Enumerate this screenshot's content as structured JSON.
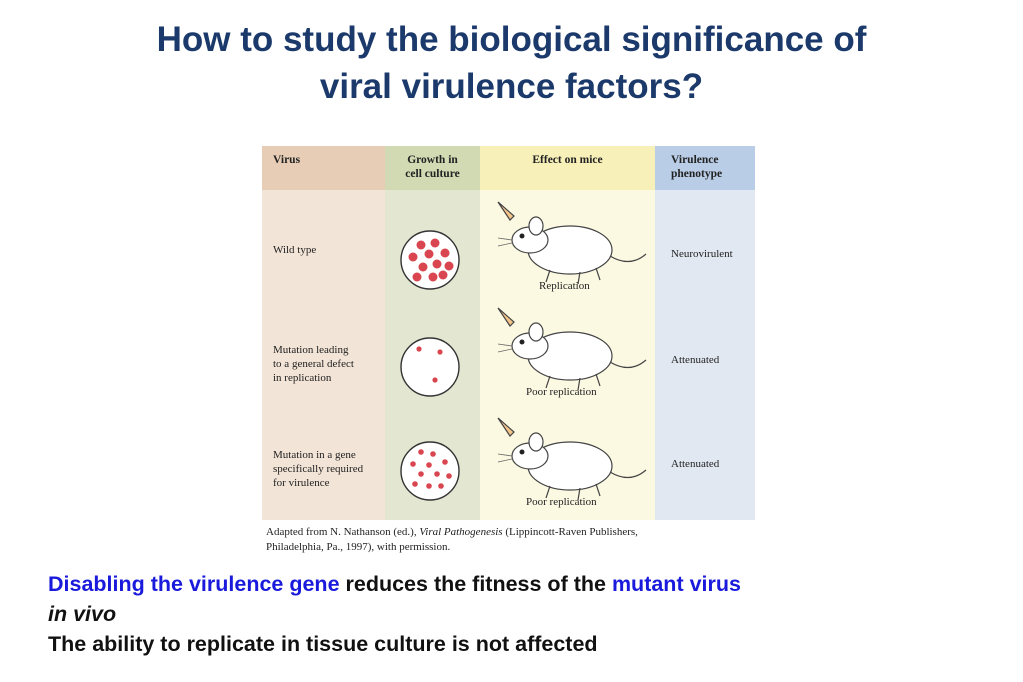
{
  "title": {
    "line1": "How to study the biological significance of",
    "line2": "viral virulence factors?"
  },
  "table": {
    "headers": {
      "virus": "Virus",
      "growth_line1": "Growth in",
      "growth_line2": "cell culture",
      "effect": "Effect on mice",
      "virulence_line1": "Virulence",
      "virulence_line2": "phenotype"
    },
    "rows": [
      {
        "virus_lines": [
          "Wild type"
        ],
        "dots": 11,
        "effect_caption": "Replication",
        "phenotype": "Neurovirulent"
      },
      {
        "virus_lines": [
          "Mutation leading",
          "to a general defect",
          "in replication"
        ],
        "dots": 3,
        "effect_caption": "Poor replication",
        "phenotype": "Attenuated"
      },
      {
        "virus_lines": [
          "Mutation in a gene",
          "specifically required",
          "for virulence"
        ],
        "dots": 11,
        "effect_caption": "Poor replication",
        "phenotype": "Attenuated"
      }
    ]
  },
  "credit": {
    "prefix": "Adapted from N. Nathanson (ed.), ",
    "book": "Viral Pathogenesis",
    "suffix": " (Lippincott-Raven Publishers,",
    "line2": "Philadelphia, Pa., 1997), with permission."
  },
  "body": {
    "part1_blue": "Disabling the virulence gene",
    "part2": " reduces the fitness of the ",
    "part3_blue": "mutant virus",
    "part4_italic": "in vivo",
    "line2": "The ability to replicate in tissue culture is not affected"
  },
  "colors": {
    "title": "#1b3a6b",
    "highlight": "#1a1adc",
    "dot": "#d9464f"
  }
}
